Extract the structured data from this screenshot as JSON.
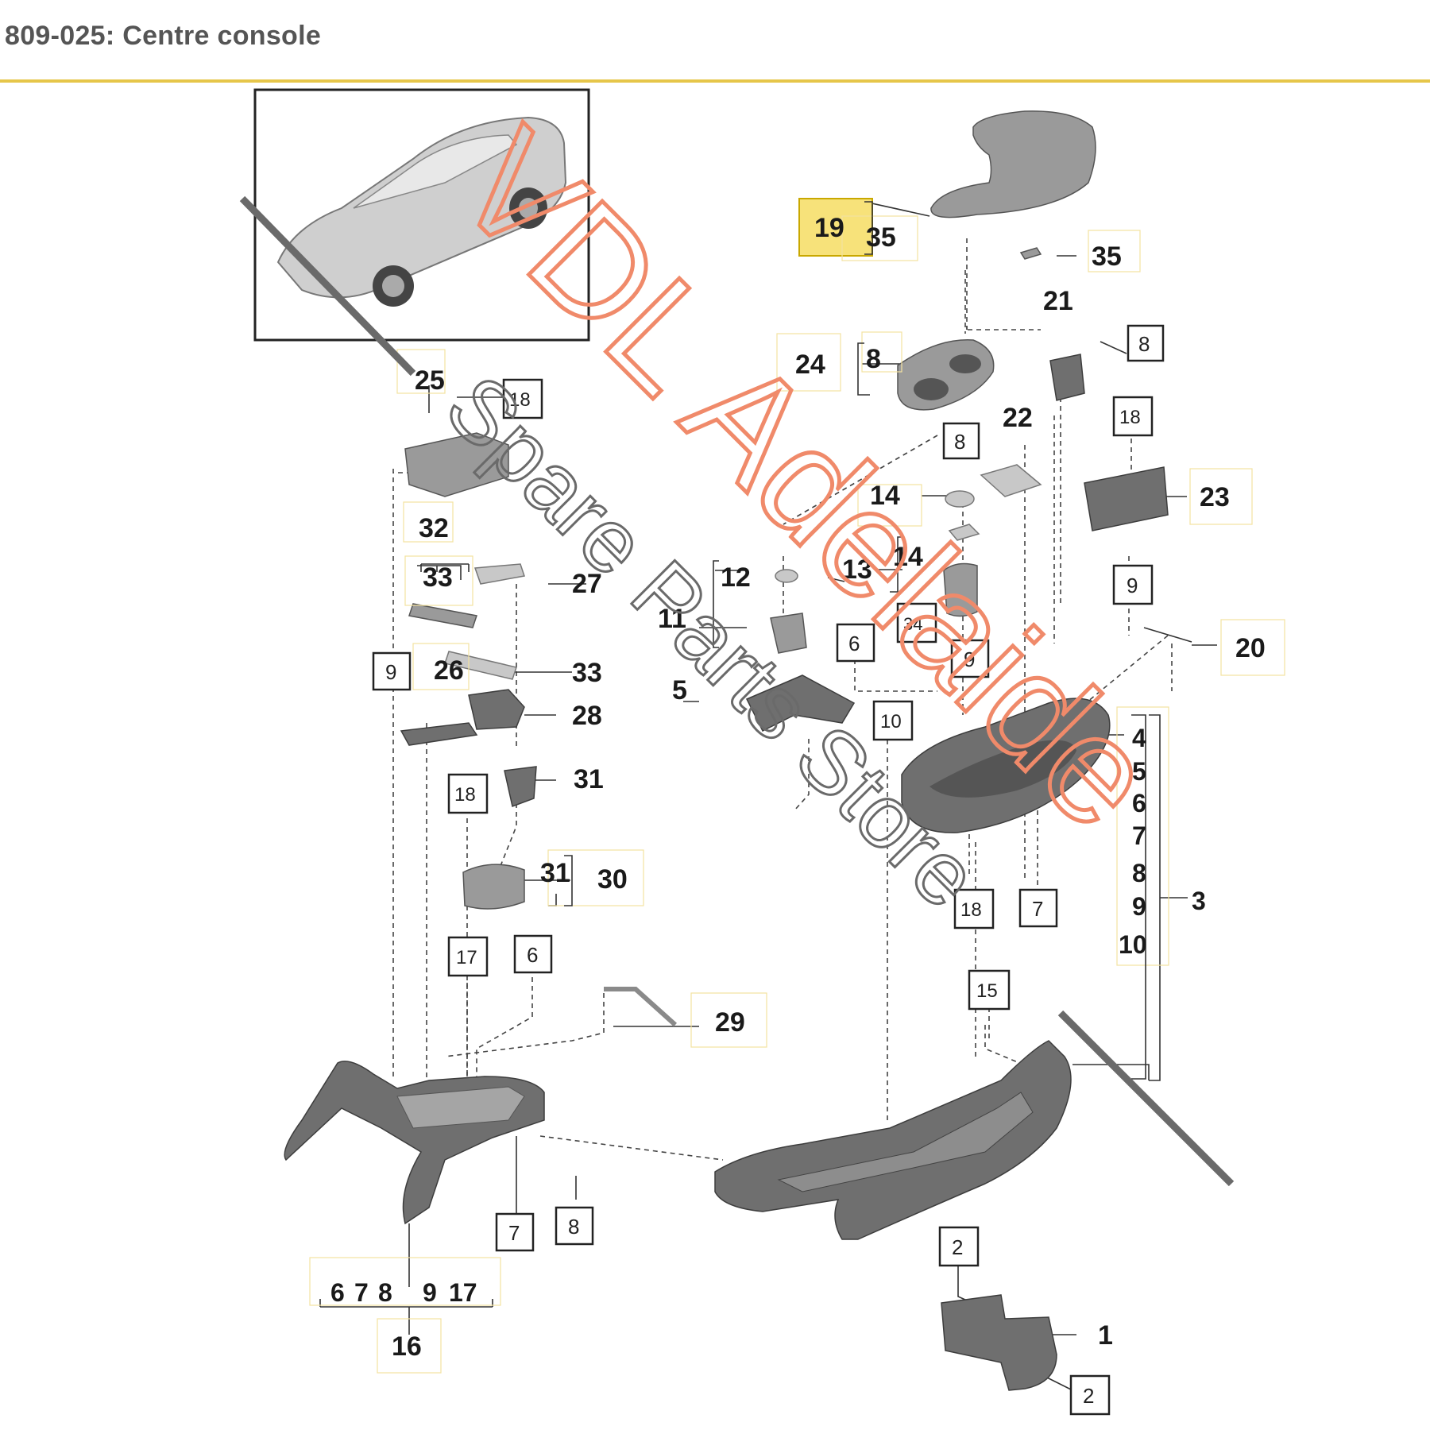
{
  "header": {
    "title": "809-025: Centre console"
  },
  "diagram": {
    "callouts": [
      "19",
      "35",
      "35",
      "21",
      "8",
      "24",
      "8",
      "18",
      "8",
      "22",
      "23",
      "14",
      "13",
      "14",
      "12",
      "11",
      "9",
      "34",
      "20",
      "6",
      "9",
      "5",
      "10",
      "4",
      "5",
      "6",
      "7",
      "8",
      "9",
      "3",
      "10",
      "18",
      "7",
      "15",
      "25",
      "18",
      "32",
      "33",
      "27",
      "9",
      "26",
      "33",
      "28",
      "31",
      "18",
      "31",
      "30",
      "17",
      "6",
      "29",
      "7",
      "8",
      "6",
      "7",
      "8",
      "9",
      "17",
      "16",
      "2",
      "1",
      "2"
    ]
  },
  "watermark": {
    "line1": "VDL Adelaide",
    "line2": "Spare Parts Store"
  },
  "colors": {
    "accent_rule": "#e6c64a",
    "highlight": "#f7e27a",
    "watermark_red": "#f08a6a"
  }
}
